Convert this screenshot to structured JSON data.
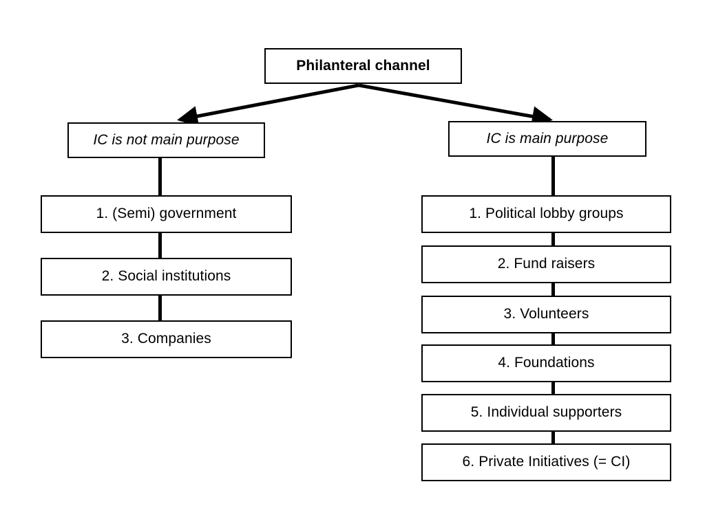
{
  "diagram": {
    "title": "Philanteral channel",
    "root": {
      "label": "Philanteral channel"
    },
    "branches": [
      {
        "id": "not-main-purpose",
        "header": "IC is not main purpose",
        "items": [
          "1. (Semi) government",
          "2. Social institutions",
          "3. Companies"
        ]
      },
      {
        "id": "main-purpose",
        "header": "IC is main purpose",
        "items": [
          "1. Political lobby groups",
          "2. Fund raisers",
          "3. Volunteers",
          "4. Foundations",
          "5. Individual supporters",
          "6. Private Initiatives (= CI)"
        ]
      }
    ],
    "colors": {
      "background": "#ffffff",
      "stroke": "#000000",
      "text": "#000000"
    },
    "connectors": {
      "arrow_left": "arrow-to-left-branch",
      "arrow_right": "arrow-to-right-branch"
    }
  }
}
